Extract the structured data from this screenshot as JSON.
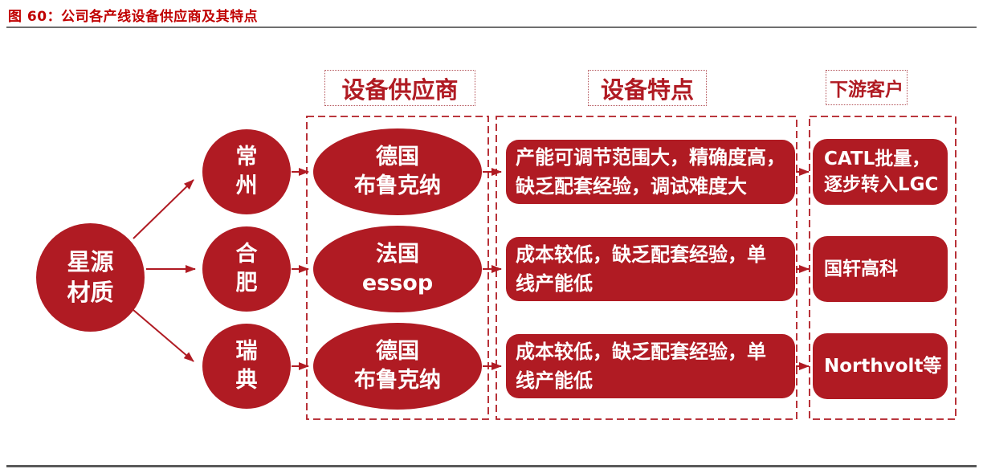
{
  "title": "图 60：公司各产线设备供应商及其特点",
  "company": [
    "星源",
    "材质"
  ],
  "headers": [
    "设备供应商",
    "设备特点",
    "下游客户"
  ],
  "rows": [
    {
      "site": [
        "常",
        "州"
      ],
      "supplier": [
        "德国",
        "布鲁克纳"
      ],
      "feature": [
        "产能可调节范围大，精确度高，",
        "缺乏配套经验，调试难度大"
      ],
      "customer": [
        "CATL批量，",
        "逐步转入LGC"
      ]
    },
    {
      "site": [
        "合",
        "肥"
      ],
      "supplier": [
        "法国",
        "essop"
      ],
      "feature": [
        "成本较低，缺乏配套经验，单",
        "线产能低"
      ],
      "customer": [
        "国轩高科"
      ]
    },
    {
      "site": [
        "瑞",
        "典"
      ],
      "supplier": [
        "德国",
        "布鲁克纳"
      ],
      "feature": [
        "成本较低，缺乏配套经验，单",
        "线产能低"
      ],
      "customer": [
        "Northvolt等"
      ]
    }
  ],
  "colors": {
    "accent_red": "#b01b23",
    "title_red": "#c00000",
    "rule_gray": "#6f6f6f",
    "text_on_fill": "#ffffff"
  }
}
